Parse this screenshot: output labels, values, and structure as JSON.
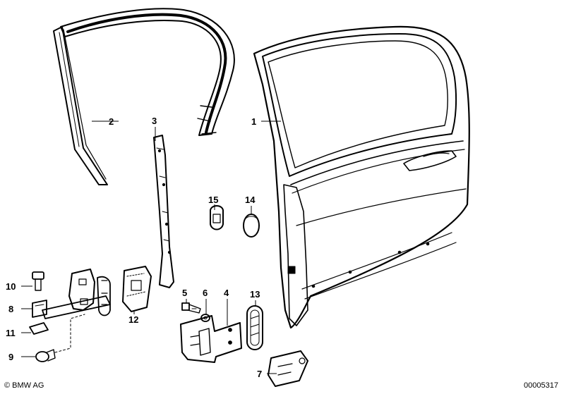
{
  "diagram": {
    "callouts": [
      "1",
      "2",
      "3",
      "4",
      "5",
      "6",
      "7",
      "8",
      "9",
      "10",
      "11",
      "12",
      "13",
      "14",
      "15"
    ]
  },
  "footer": {
    "copyright": "© BMW AG",
    "diagram_id": "00005317"
  }
}
